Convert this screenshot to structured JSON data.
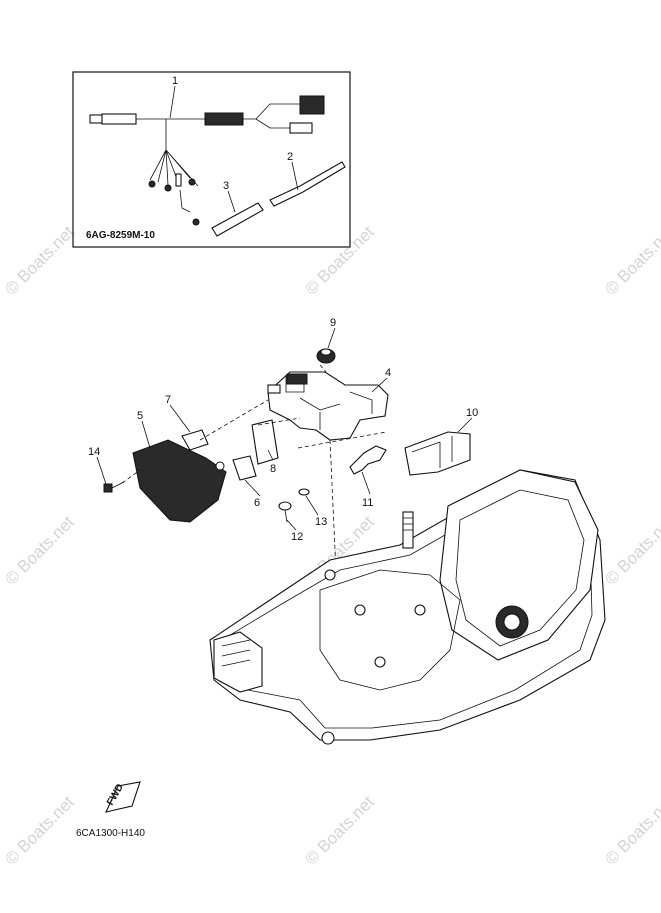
{
  "inset": {
    "code": "6AG-8259M-10",
    "callouts": [
      "1",
      "2",
      "3"
    ]
  },
  "main": {
    "callouts": [
      "4",
      "5",
      "6",
      "7",
      "8",
      "9",
      "10",
      "11",
      "12",
      "13",
      "14"
    ]
  },
  "fwd_label": "FWD",
  "diagram_code": "6CA1300-H140",
  "watermark": "© Boats.net"
}
